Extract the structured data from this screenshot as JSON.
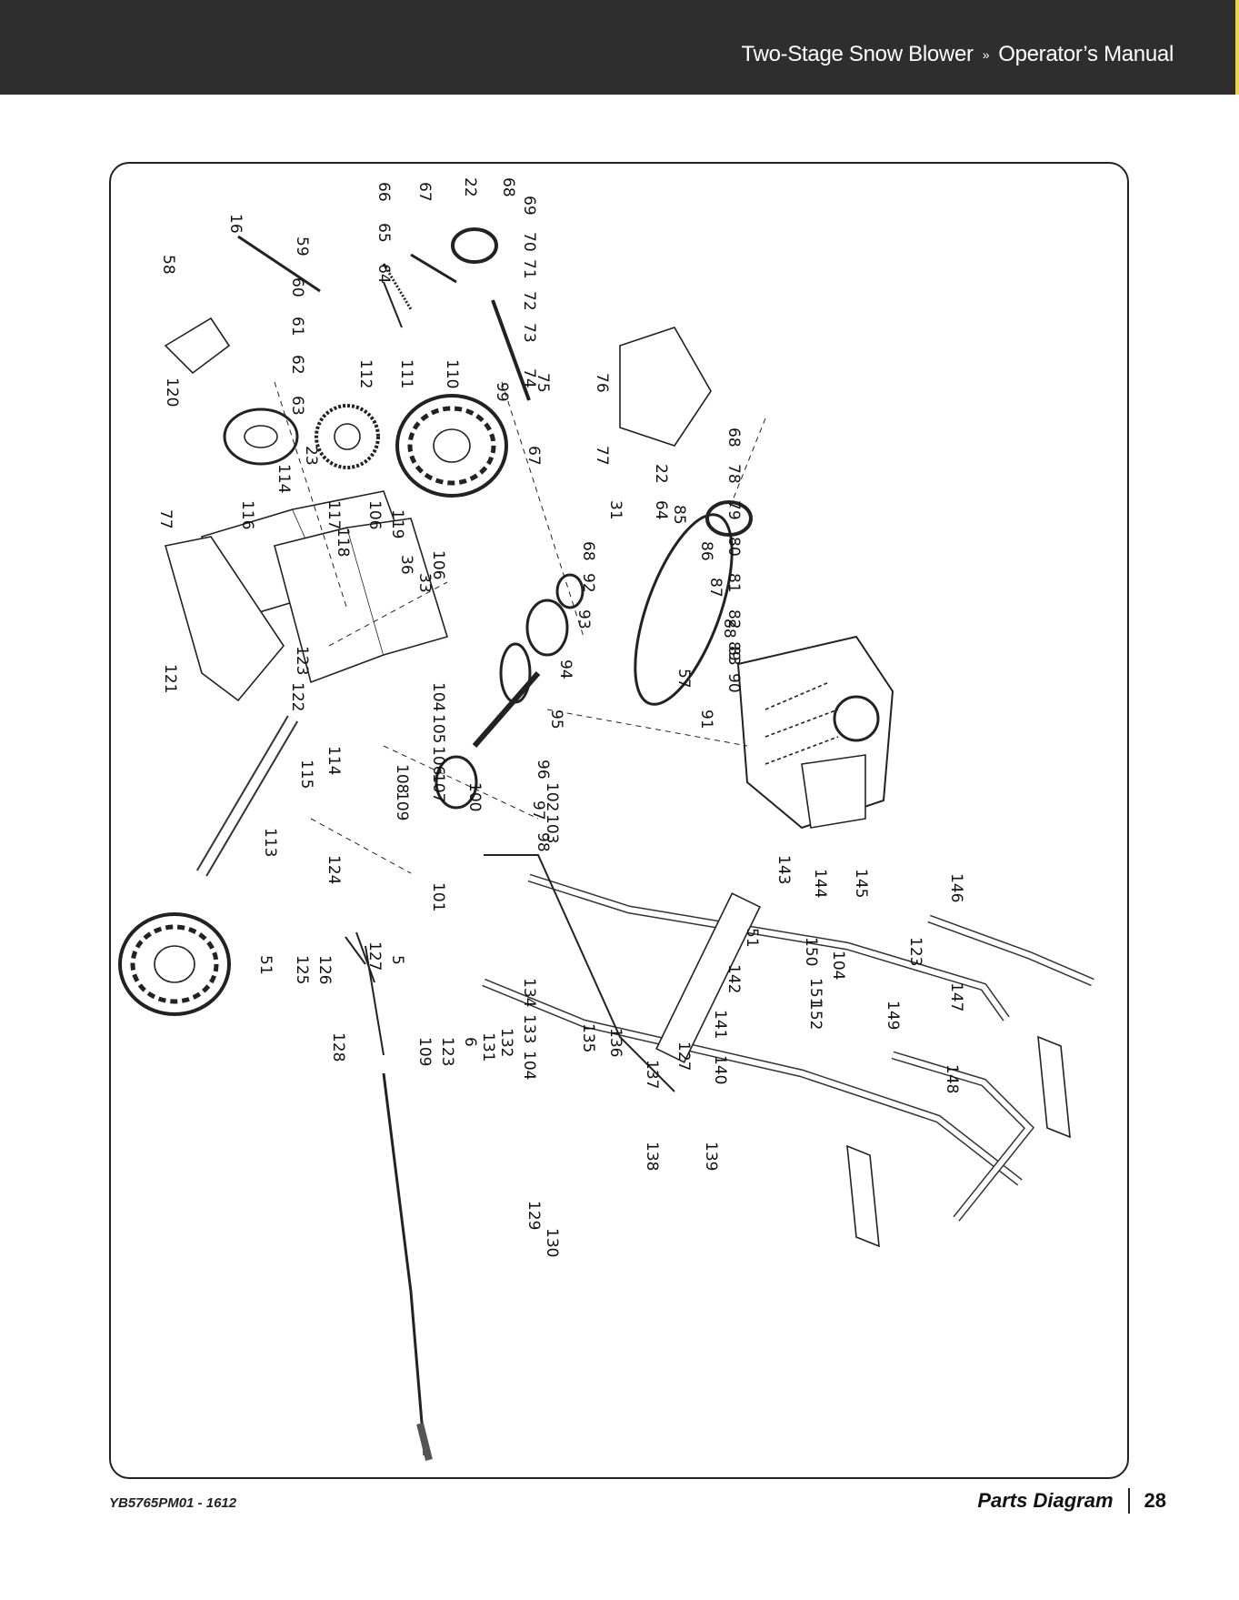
{
  "header": {
    "product": "Two-Stage Snow Blower",
    "separator": "»",
    "manual": "Operator’s Manual",
    "accent_color": "#e8d44d",
    "bar_color": "#2e2e2e"
  },
  "diagram": {
    "part_numbers": [
      "16",
      "58",
      "59",
      "60",
      "61",
      "62",
      "63",
      "120",
      "66",
      "67",
      "22",
      "68",
      "69",
      "70",
      "71",
      "72",
      "73",
      "65",
      "64",
      "74",
      "112",
      "111",
      "110",
      "99",
      "75",
      "76",
      "77",
      "67",
      "68",
      "78",
      "79",
      "80",
      "81",
      "82",
      "83",
      "22",
      "64",
      "85",
      "86",
      "87",
      "88",
      "89",
      "90",
      "31",
      "68",
      "92",
      "93",
      "94",
      "95",
      "96",
      "97",
      "98",
      "57",
      "91",
      "23",
      "114",
      "116",
      "117",
      "106",
      "119",
      "36",
      "106",
      "33",
      "118",
      "77",
      "121",
      "123",
      "122",
      "104",
      "105",
      "106",
      "107",
      "108",
      "109",
      "100",
      "102",
      "103",
      "115",
      "114",
      "113",
      "124",
      "101",
      "143",
      "144",
      "145",
      "146",
      "51",
      "142",
      "123",
      "147",
      "150",
      "104",
      "151",
      "152",
      "149",
      "148",
      "141",
      "140",
      "134",
      "133",
      "109",
      "123",
      "6",
      "131",
      "132",
      "104",
      "135",
      "136",
      "137",
      "127",
      "138",
      "139",
      "51",
      "125",
      "126",
      "127",
      "5",
      "128",
      "129",
      "130"
    ]
  },
  "footer": {
    "doc_code": "YB5765PM01 - 1612",
    "section": "Parts Diagram",
    "page": "28"
  }
}
